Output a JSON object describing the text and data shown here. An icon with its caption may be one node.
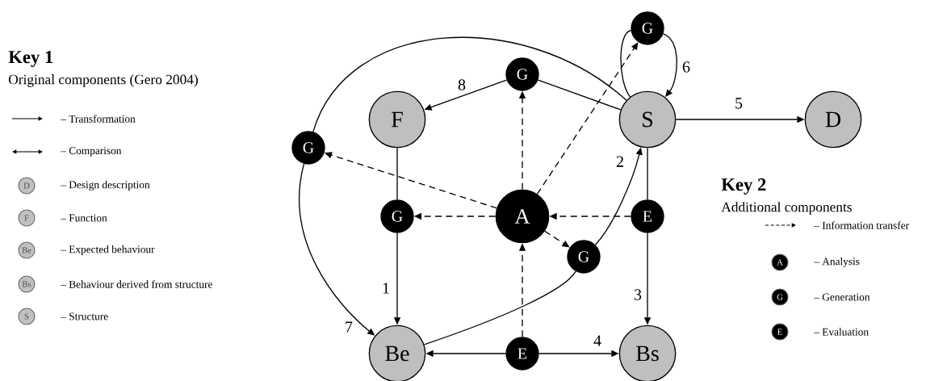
{
  "diagram": {
    "nodes": [
      {
        "text": [
          "F"
        ]
      },
      {
        "text": [
          "S"
        ]
      },
      {
        "text": [
          "D"
        ]
      },
      {
        "text": [
          "Be"
        ]
      },
      {
        "text": [
          "Bs"
        ]
      },
      {
        "text": [
          "A"
        ]
      },
      {
        "text": [
          "G"
        ]
      },
      {
        "text": [
          "G"
        ]
      },
      {
        "text": [
          "G"
        ]
      },
      {
        "text": [
          "E"
        ]
      },
      {
        "text": [
          "G"
        ]
      },
      {
        "text": [
          "E"
        ]
      },
      {
        "text": [
          "G"
        ]
      }
    ],
    "edges": [
      {
        "from": 1,
        "to": 6,
        "arrow": "none"
      },
      {
        "from": 6,
        "to": 0,
        "arrow": "to",
        "label": "8"
      },
      {
        "from": 1,
        "to": 7,
        "arrow": "none"
      },
      {
        "from": 7,
        "to": 3,
        "arrow": "to",
        "label": "7"
      },
      {
        "from": 0,
        "to": 8,
        "arrow": "none"
      },
      {
        "from": 8,
        "to": 3,
        "arrow": "to",
        "label": "1"
      },
      {
        "from": 3,
        "to": 10,
        "arrow": "none"
      },
      {
        "from": 10,
        "to": 1,
        "arrow": "to",
        "label": "2"
      },
      {
        "from": 1,
        "to": 9,
        "arrow": "none"
      },
      {
        "from": 9,
        "to": 4,
        "arrow": "to",
        "label": "3"
      },
      {
        "from": 11,
        "to": 3,
        "arrow": "to"
      },
      {
        "from": 11,
        "to": 4,
        "arrow": "to",
        "label": "4"
      },
      {
        "from": 1,
        "to": 2,
        "arrow": "to",
        "label": "5"
      },
      {
        "from": 1,
        "to": 12,
        "arrow": "none"
      },
      {
        "from": 12,
        "to": 1,
        "arrow": "to",
        "label": "6"
      },
      {
        "from": 5,
        "to": 6,
        "arrow": "to",
        "style": "dashed"
      },
      {
        "from": 5,
        "to": 7,
        "arrow": "to",
        "style": "dashed"
      },
      {
        "from": 5,
        "to": 8,
        "arrow": "to",
        "style": "dashed"
      },
      {
        "from": 9,
        "to": 5,
        "arrow": "to",
        "style": "dashed"
      },
      {
        "from": 5,
        "to": 10,
        "arrow": "to",
        "style": "dashed"
      },
      {
        "from": 11,
        "to": 5,
        "arrow": "to",
        "style": "dashed"
      },
      {
        "from": 5,
        "to": 12,
        "arrow": "to",
        "style": "dashed"
      }
    ],
    "labels": [
      "Key 1",
      "Original components (Gero 2004)",
      "D",
      "F",
      "Be",
      "Bs",
      "S",
      "Key 2",
      "Additional components",
      "A",
      "G",
      "E"
    ],
    "legend": [
      {
        "text": "– Transformation"
      },
      {
        "text": "– Comparison"
      },
      {
        "text": "– Design description",
        "color": "#c0c0c0"
      },
      {
        "text": "– Function",
        "color": "#c0c0c0"
      },
      {
        "text": "– Expected behaviour",
        "color": "#c0c0c0"
      },
      {
        "text": "– Behaviour derived from structure",
        "color": "#c0c0c0"
      },
      {
        "text": "– Structure",
        "color": "#c0c0c0"
      },
      {
        "text": "– Information transfer"
      },
      {
        "text": "– Analysis",
        "color": "#000000"
      },
      {
        "text": "– Generation",
        "color": "#000000"
      },
      {
        "text": "– Evaluation",
        "color": "#000000"
      }
    ]
  }
}
